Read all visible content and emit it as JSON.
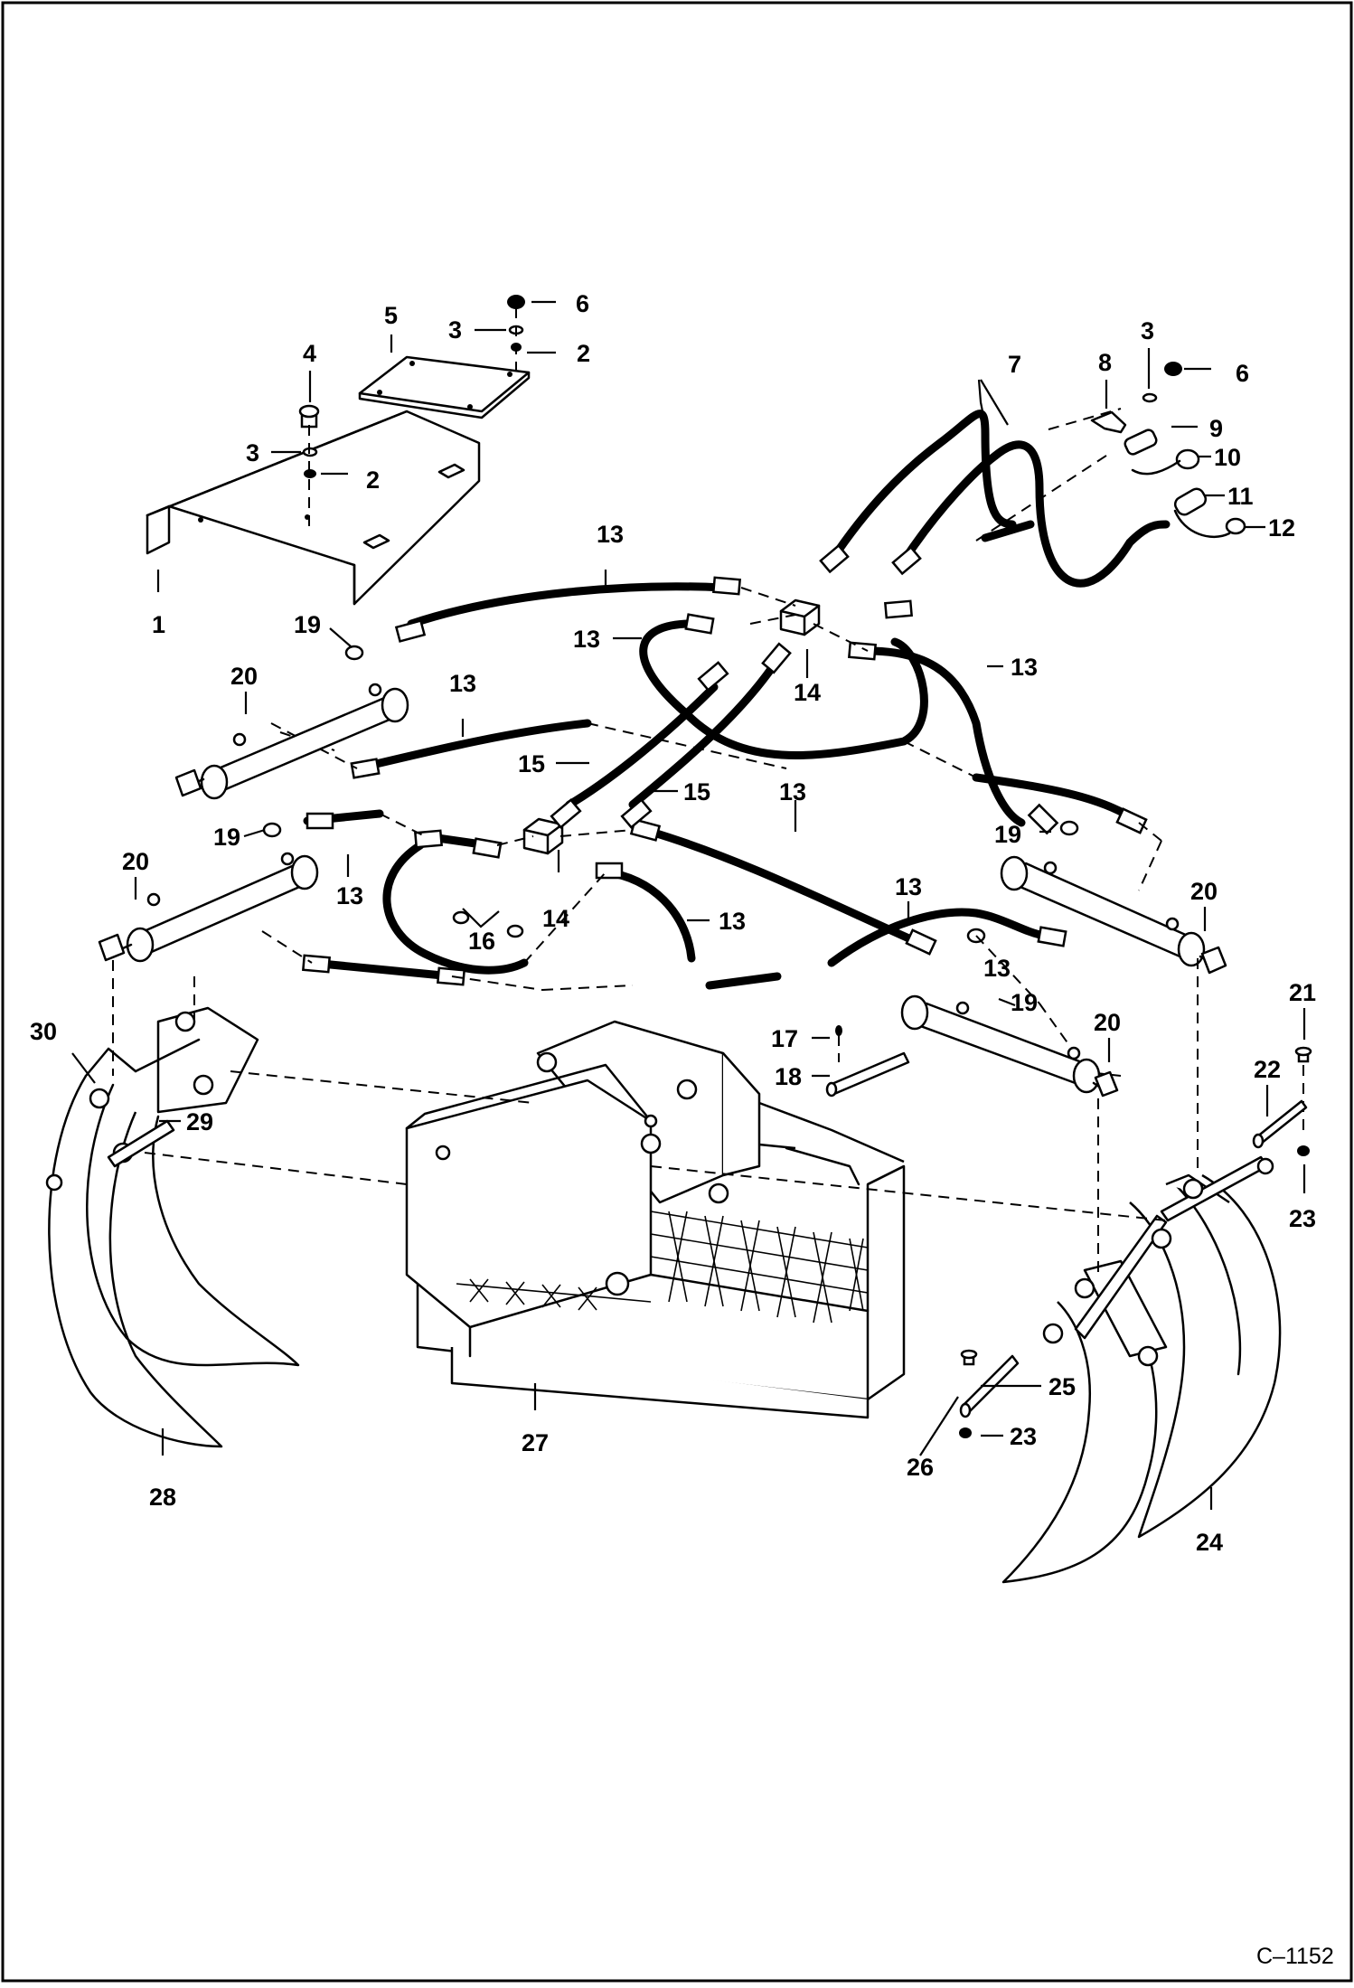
{
  "diagram": {
    "figure_number": "C–1152",
    "callouts": [
      {
        "id": "c1",
        "text": "1"
      },
      {
        "id": "c2a",
        "text": "2"
      },
      {
        "id": "c2b",
        "text": "2"
      },
      {
        "id": "c3a",
        "text": "3"
      },
      {
        "id": "c3b",
        "text": "3"
      },
      {
        "id": "c3c",
        "text": "3"
      },
      {
        "id": "c4",
        "text": "4"
      },
      {
        "id": "c5",
        "text": "5"
      },
      {
        "id": "c6a",
        "text": "6"
      },
      {
        "id": "c6b",
        "text": "6"
      },
      {
        "id": "c7",
        "text": "7"
      },
      {
        "id": "c8",
        "text": "8"
      },
      {
        "id": "c9",
        "text": "9"
      },
      {
        "id": "c10",
        "text": "10"
      },
      {
        "id": "c11",
        "text": "11"
      },
      {
        "id": "c12",
        "text": "12"
      },
      {
        "id": "c13a",
        "text": "13"
      },
      {
        "id": "c13b",
        "text": "13"
      },
      {
        "id": "c13c",
        "text": "13"
      },
      {
        "id": "c13d",
        "text": "13"
      },
      {
        "id": "c13e",
        "text": "13"
      },
      {
        "id": "c13f",
        "text": "13"
      },
      {
        "id": "c13g",
        "text": "13"
      },
      {
        "id": "c13h",
        "text": "13"
      },
      {
        "id": "c13i",
        "text": "13"
      },
      {
        "id": "c14a",
        "text": "14"
      },
      {
        "id": "c14b",
        "text": "14"
      },
      {
        "id": "c15a",
        "text": "15"
      },
      {
        "id": "c15b",
        "text": "15"
      },
      {
        "id": "c16",
        "text": "16"
      },
      {
        "id": "c17",
        "text": "17"
      },
      {
        "id": "c18",
        "text": "18"
      },
      {
        "id": "c19a",
        "text": "19"
      },
      {
        "id": "c19b",
        "text": "19"
      },
      {
        "id": "c19c",
        "text": "19"
      },
      {
        "id": "c19d",
        "text": "19"
      },
      {
        "id": "c20a",
        "text": "20"
      },
      {
        "id": "c20b",
        "text": "20"
      },
      {
        "id": "c20c",
        "text": "20"
      },
      {
        "id": "c20d",
        "text": "20"
      },
      {
        "id": "c21",
        "text": "21"
      },
      {
        "id": "c22",
        "text": "22"
      },
      {
        "id": "c23a",
        "text": "23"
      },
      {
        "id": "c23b",
        "text": "23"
      },
      {
        "id": "c24",
        "text": "24"
      },
      {
        "id": "c25",
        "text": "25"
      },
      {
        "id": "c26",
        "text": "26"
      },
      {
        "id": "c27",
        "text": "27"
      },
      {
        "id": "c28",
        "text": "28"
      },
      {
        "id": "c29",
        "text": "29"
      },
      {
        "id": "c30",
        "text": "30"
      }
    ]
  }
}
